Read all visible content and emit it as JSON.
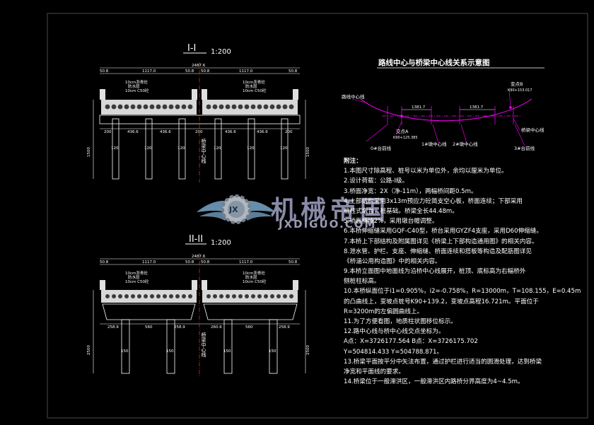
{
  "section1": {
    "title": "I-I",
    "scale": "1:200",
    "overall_width": "2487.6",
    "widths": [
      "50.8",
      "1117.0",
      "50.8",
      "50.8",
      "1117.0",
      "50.8"
    ],
    "layer_top": "10cm沥青砼",
    "layer_mid": "防水层",
    "layer_bot": "10cm C50砼",
    "marks": [
      "200",
      "436.6",
      "436.6",
      "200",
      "436.6",
      "436.6",
      "200"
    ],
    "pier_labels": [
      "120",
      "120",
      "120",
      "120",
      "120",
      "120"
    ],
    "dim_left": "1500",
    "dim_right": "1500",
    "centerline": "桥梁中心线"
  },
  "section2": {
    "title": "II-II",
    "scale": "1:200",
    "overall_width": "2487.6",
    "widths": [
      "50.8",
      "1117.0",
      "50.8",
      "50.8",
      "1117.0",
      "50.8"
    ],
    "layer_top": "10cm沥青砼",
    "layer_mid": "防水层",
    "layer_bot": "10cm C50砼",
    "marks": [
      "258.9",
      "560",
      "258.9",
      "260.6",
      "560",
      "258.9"
    ],
    "pier_labels": [
      "150",
      "150",
      "150",
      "150"
    ],
    "dim_left": "2500",
    "dim_right": "2500",
    "centerline": "桥梁中心线"
  },
  "relation": {
    "title": "路线中心与桥梁中心线关系示意图",
    "road_center": "路线中心线",
    "bridge_center": "桥梁中心线",
    "dist": "1381.7",
    "dist2": "1381.7",
    "point_a": "交点A",
    "point_a_coord": "K90+125.385",
    "point_b": "变点B",
    "point_b_coord": "K90+153.017",
    "abut_0": "0#台前线",
    "axis_1": "1#墩中心线",
    "axis_2": "2#墩中心线",
    "abut_3": "3#台前线"
  },
  "notes": {
    "heading": "附注：",
    "lines": [
      "1.本图尺寸除高程、桩号以米为单位外，余均以厘米为单位。",
      "2.设计荷载：公路-I级。",
      "3.桥面净宽：2X（净-11m），两幅桥间距0.5m。",
      "4.上部结构采用3x13m预应力砼简支空心板，桥面连续；下部采用",
      "   桩柱式墩台，桩基础。桥梁全长44.48m。",
      "5.桥面横坡2%，采用墩台帽调整。",
      "6.本桥伸缩缝采用GQF-C40型，桥台采用GYZF4支座，采用D60伸缩缝。",
      "7.本桥上下部结构及附属图详见《桥梁上下部构造通用图》的相关内容。",
      "8.泄水管、护栏、支座、伸缩缝、桥面连续和搭板等构造及配筋图详见",
      "  《桥涵公用构造图》中的相关内容。",
      "9.本桥立面图中地面线为沿桥中心线展开，桩顶、底标高为右幅桥外",
      "   侧桩柱标高。",
      "10.本桥纵面位于i1=0.905%，i2=-0.758%，R=13000m，T=108.155，E=0.45m",
      "   的凸曲线上，变坡点桩号K90+139.2，变坡点高程16.721m。平面位于",
      "   R=3200m的左偏圆曲线上。",
      "11.为了方便看图，地质柱状图移位标示。",
      "12.路中心线与桥中心线交点坐标为。",
      "    A点：X=3726177.564        B点：X=3726175.702",
      "         Y=504814.433              Y=504788.871。",
      "13.桥梁平面按平分中矢法布置，通过护栏进行适当的圆滑处理，达到桥梁",
      "   净宽和平面线的要求。",
      "14.桥梁位于一般滞洪区，一般滞洪区内路桥分界高度为4~4.5m。"
    ]
  },
  "watermark": {
    "text": "机械帝国",
    "sub": "JXDIGUO.COM",
    "logo": "JX"
  },
  "colors": {
    "background": "#000000",
    "line": "#ffffff",
    "concrete": "#dcdcdc",
    "dim": "#ff00ff",
    "accent": "#ff2a2a",
    "frame": "#4a4a4a"
  }
}
